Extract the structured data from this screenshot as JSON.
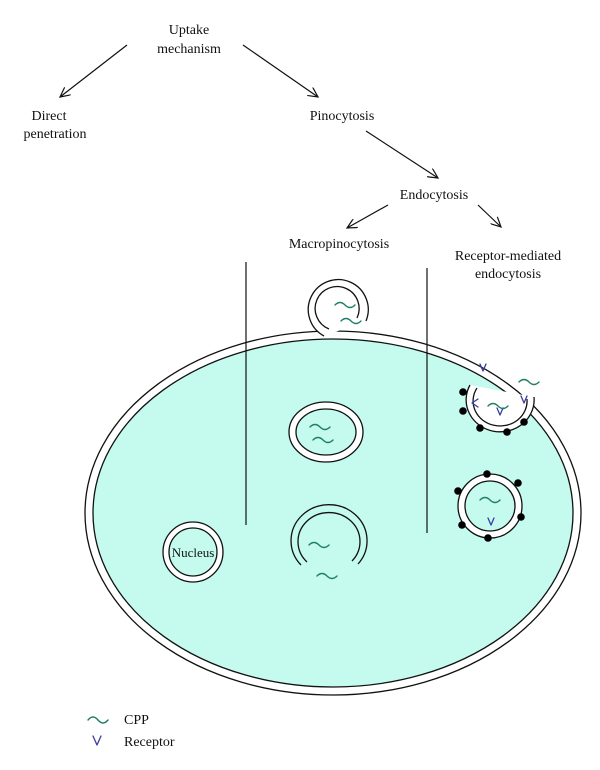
{
  "labels": {
    "uptake_1": "Uptake",
    "uptake_2": "mechanism",
    "direct_1": "Direct",
    "direct_2": "penetration",
    "pinocytosis": "Pinocytosis",
    "endocytosis": "Endocytosis",
    "macropinocytosis": "Macropinocytosis",
    "receptor_1": "Receptor-mediated",
    "receptor_2": "endocytosis",
    "nucleus": "Nucleus"
  },
  "legend": {
    "cpp": "CPP",
    "receptor": "Receptor"
  },
  "colors": {
    "cytoplasm": "#c4fbee",
    "cpp": "#1f7d68",
    "receptor": "#3b3ba0",
    "outline": "#111111"
  }
}
